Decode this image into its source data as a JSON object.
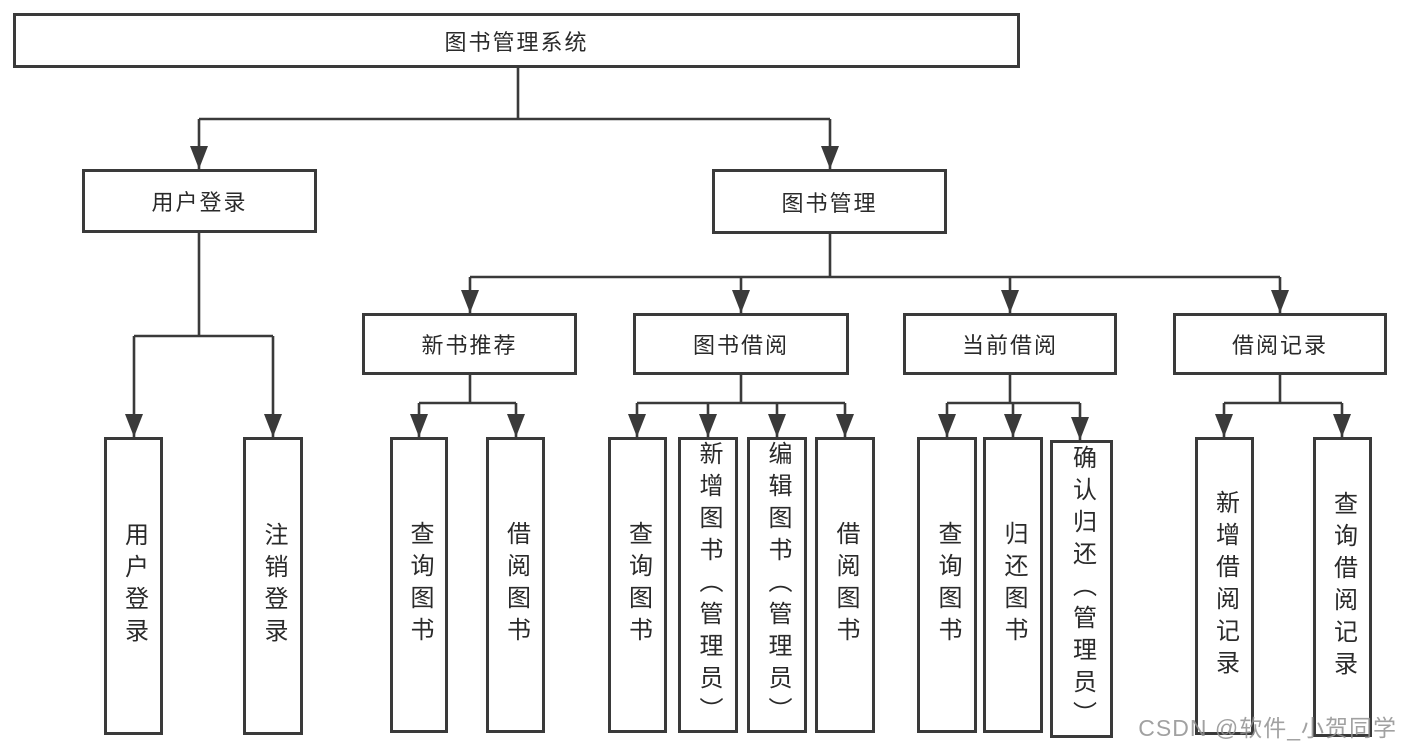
{
  "diagram_title": "图书管理系统",
  "tree": {
    "label": "图书管理系统",
    "children": [
      {
        "label": "用户登录",
        "children": [
          {
            "label": "用户登录"
          },
          {
            "label": "注销登录"
          }
        ]
      },
      {
        "label": "图书管理",
        "children": [
          {
            "label": "新书推荐",
            "children": [
              {
                "label": "查询图书"
              },
              {
                "label": "借阅图书"
              }
            ]
          },
          {
            "label": "图书借阅",
            "children": [
              {
                "label": "查询图书"
              },
              {
                "label": "新增图书（管理员）"
              },
              {
                "label": "编辑图书（管理员）"
              },
              {
                "label": "借阅图书"
              }
            ]
          },
          {
            "label": "当前借阅",
            "children": [
              {
                "label": "查询图书"
              },
              {
                "label": "归还图书"
              },
              {
                "label": "确认归还（管理员）"
              }
            ]
          },
          {
            "label": "借阅记录",
            "children": [
              {
                "label": "新增借阅记录"
              },
              {
                "label": "查询借阅记录"
              }
            ]
          }
        ]
      }
    ]
  },
  "watermark": {
    "text": "CSDN @软件_小贺同学"
  },
  "colors": {
    "background": "#ffffff",
    "line": "#3a3a3a",
    "box_border": "#3a3a3a",
    "text": "#2a2a2a",
    "watermark": "#919191"
  }
}
